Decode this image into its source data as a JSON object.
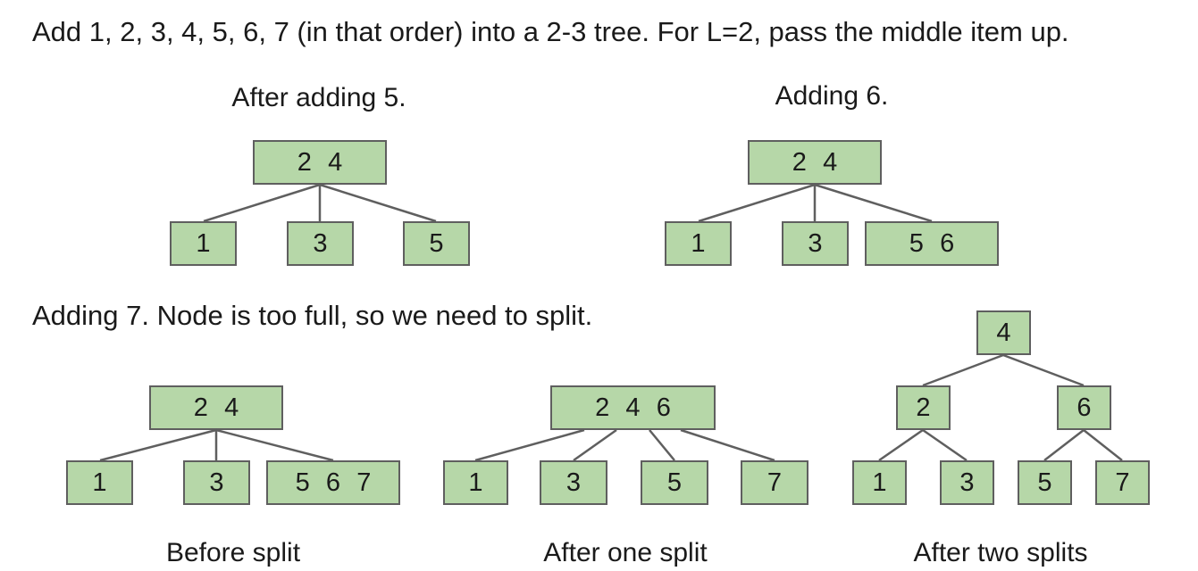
{
  "heading": "Add 1, 2, 3, 4, 5, 6, 7 (in that order) into a 2-3 tree. For L=2, pass the middle item up.",
  "subheading": "Adding 7. Node is too full, so we need to split.",
  "diagrams": [
    {
      "caption": "After adding 5.",
      "nodes": [
        "2 4",
        "1",
        "3",
        "5"
      ]
    },
    {
      "caption": "Adding 6.",
      "nodes": [
        "2 4",
        "1",
        "3",
        "5 6"
      ]
    },
    {
      "caption": "Before split",
      "nodes": [
        "2 4",
        "1",
        "3",
        "5 6 7"
      ]
    },
    {
      "caption": "After one split",
      "nodes": [
        "2 4 6",
        "1",
        "3",
        "5",
        "7"
      ]
    },
    {
      "caption": "After two splits",
      "nodes": [
        "4",
        "2",
        "6",
        "1",
        "3",
        "5",
        "7"
      ]
    }
  ],
  "colors": {
    "node_fill": "#b6d7a8",
    "node_border": "#5f5f5f",
    "edge": "#5f5f5f"
  }
}
